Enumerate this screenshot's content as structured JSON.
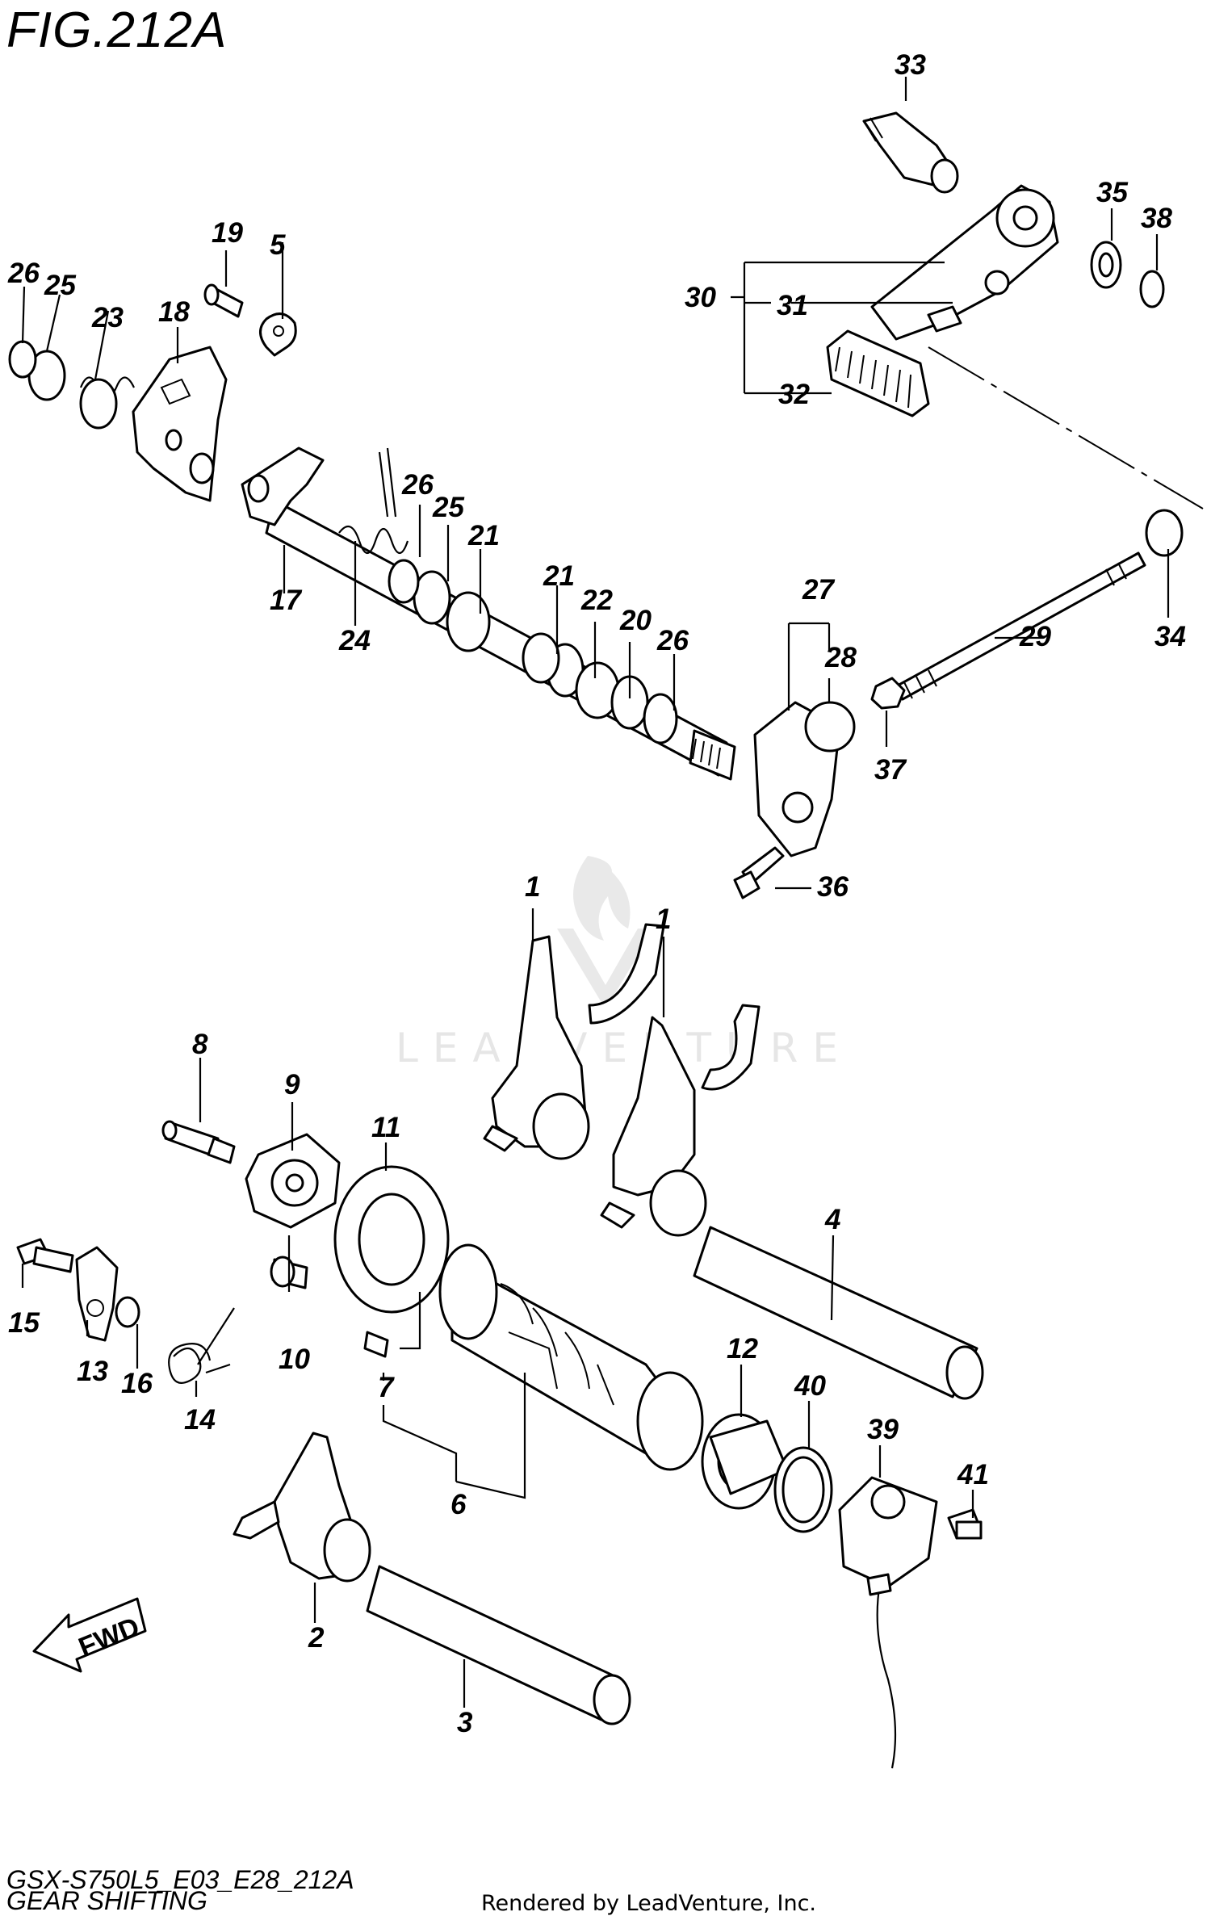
{
  "figure": {
    "title": "FIG.212A"
  },
  "footer": {
    "code": "GSX-S750L5_E03_E28_212A",
    "name": "GEAR SHIFTING",
    "rendered_by": "Rendered by LeadVenture, Inc."
  },
  "watermark": {
    "text": "LEADVENTURE"
  },
  "fwd_label": "FWD",
  "callouts": {
    "c1a": "1",
    "c1b": "1",
    "c2": "2",
    "c3": "3",
    "c4": "4",
    "c5": "5",
    "c6": "6",
    "c7": "7",
    "c8": "8",
    "c9": "9",
    "c10": "10",
    "c11": "11",
    "c12": "12",
    "c13": "13",
    "c14": "14",
    "c15": "15",
    "c16": "16",
    "c17": "17",
    "c18": "18",
    "c19": "19",
    "c20": "20",
    "c21a": "21",
    "c21b": "21",
    "c22": "22",
    "c23": "23",
    "c24": "24",
    "c25a": "25",
    "c25b": "25",
    "c26a": "26",
    "c26b": "26",
    "c26c": "26",
    "c27": "27",
    "c28": "28",
    "c29": "29",
    "c30": "30",
    "c31": "31",
    "c32": "32",
    "c33": "33",
    "c34": "34",
    "c35": "35",
    "c36": "36",
    "c37": "37",
    "c38": "38",
    "c39": "39",
    "c40": "40",
    "c41": "41"
  },
  "colors": {
    "ink": "#000000",
    "background": "#ffffff",
    "watermark": "#e6e6e6"
  }
}
